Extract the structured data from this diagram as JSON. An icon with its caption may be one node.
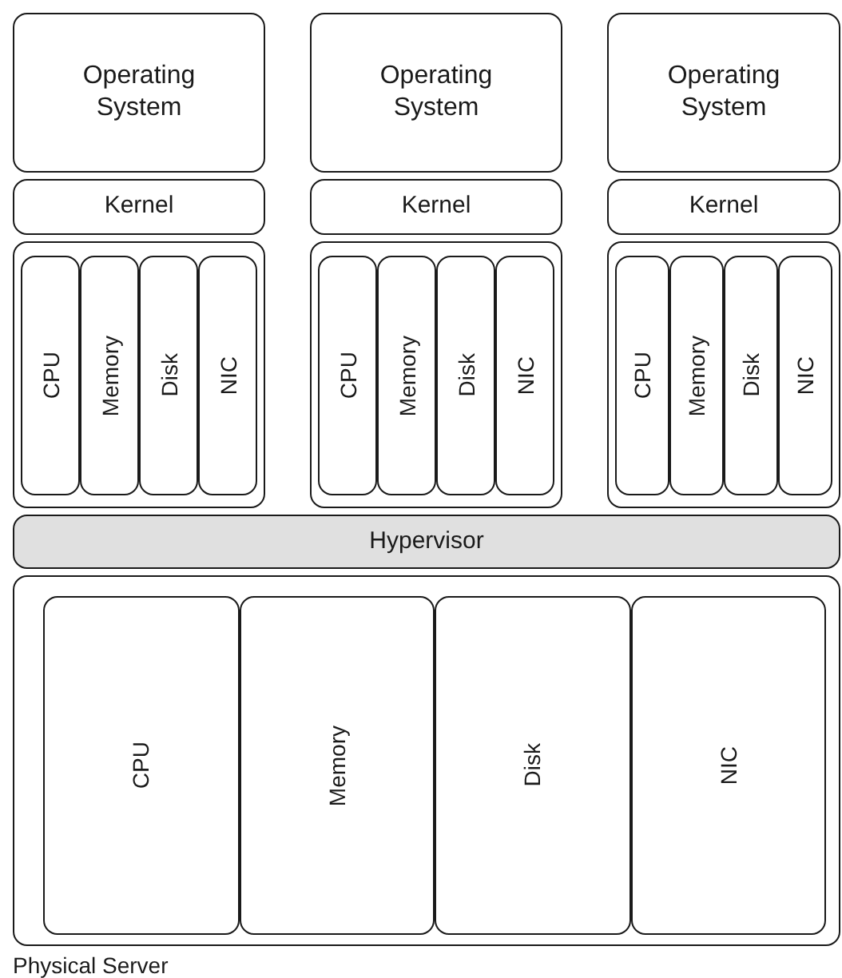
{
  "diagram": {
    "nodes": [
      {
        "text": [
          "Operating System"
        ]
      },
      {
        "text": [
          "Kernel"
        ]
      },
      {
        "text": [],
        "shape": "box"
      },
      {
        "text": [
          "CPU"
        ],
        "in": 2
      },
      {
        "text": [
          "Memory"
        ],
        "in": 2
      },
      {
        "text": [
          "Disk"
        ],
        "in": 2
      },
      {
        "text": [
          "NIC"
        ],
        "in": 2
      },
      {
        "text": [
          "Operating System"
        ]
      },
      {
        "text": [
          "Kernel"
        ]
      },
      {
        "text": [],
        "shape": "box"
      },
      {
        "text": [
          "CPU"
        ],
        "in": 9
      },
      {
        "text": [
          "Memory"
        ],
        "in": 9
      },
      {
        "text": [
          "Disk"
        ],
        "in": 9
      },
      {
        "text": [
          "NIC"
        ],
        "in": 9
      },
      {
        "text": [
          "Operating System"
        ]
      },
      {
        "text": [
          "Kernel"
        ]
      },
      {
        "text": [],
        "shape": "box"
      },
      {
        "text": [
          "CPU"
        ],
        "in": 16
      },
      {
        "text": [
          "Memory"
        ],
        "in": 16
      },
      {
        "text": [
          "Disk"
        ],
        "in": 16
      },
      {
        "text": [
          "NIC"
        ],
        "in": 16
      },
      {
        "text": [
          "Hypervisor"
        ]
      },
      {
        "text": [
          "Physical Server"
        ]
      },
      {
        "text": [
          "CPU"
        ],
        "in": 22
      },
      {
        "text": [
          "Memory"
        ],
        "in": 22
      },
      {
        "text": [
          "Disk"
        ],
        "in": 22
      },
      {
        "text": [
          "NIC"
        ],
        "in": 22
      }
    ]
  }
}
